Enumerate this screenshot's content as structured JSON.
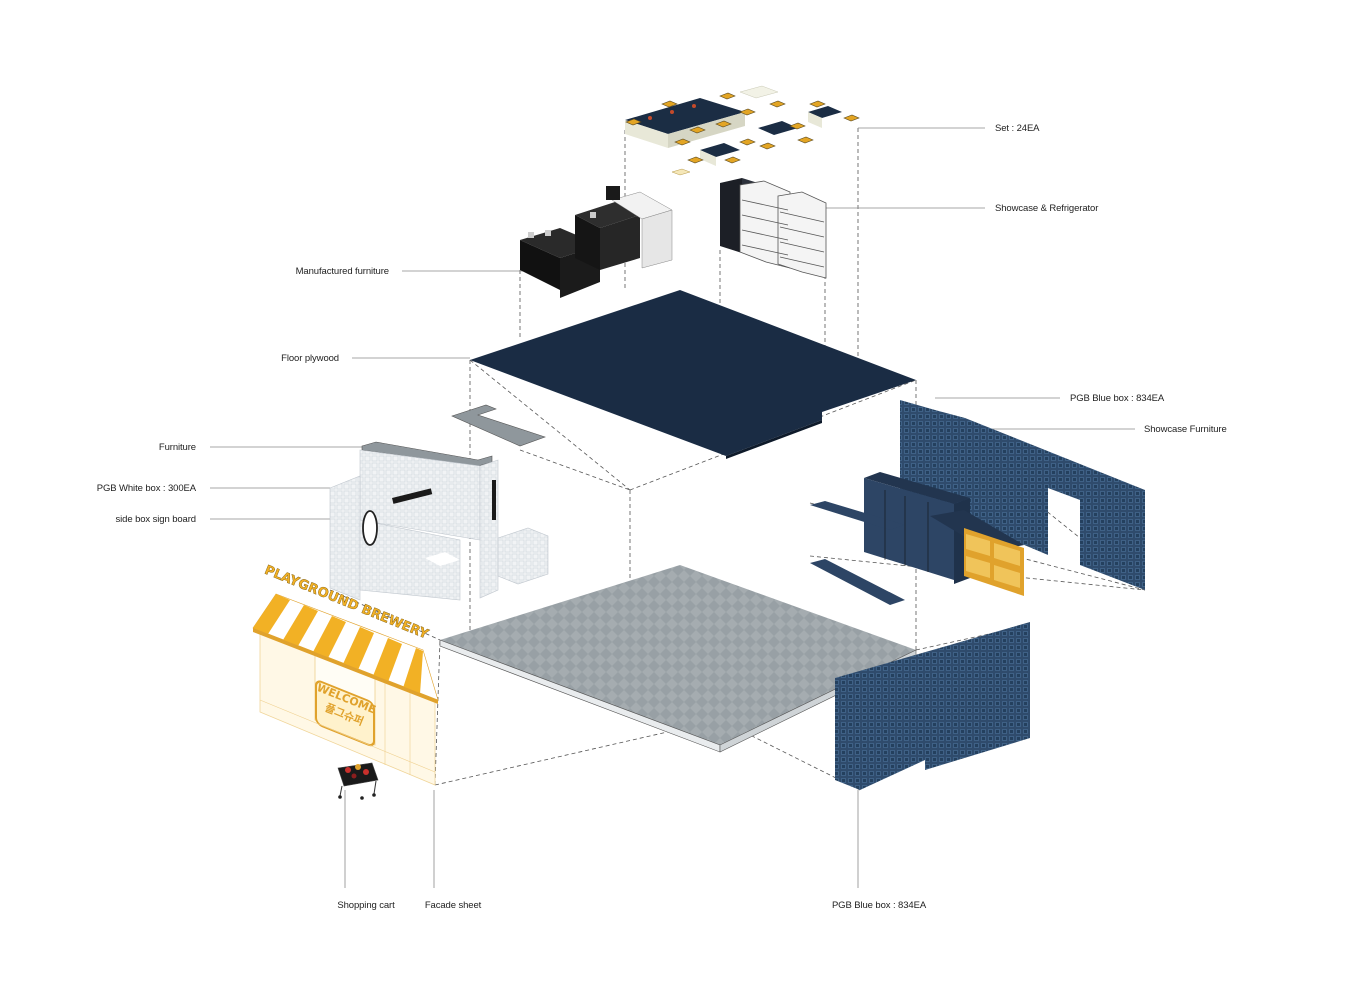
{
  "labels": {
    "set": "Set : 24EA",
    "showcase_refrigerator": "Showcase & Refrigerator",
    "manufactured_furniture": "Manufactured furniture",
    "floor_plywood": "Floor plywood",
    "pgb_blue_box_top": "PGB Blue box : 834EA",
    "showcase_furniture": "Showcase Furniture",
    "furniture": "Furniture",
    "pgb_white_box": "PGB White box : 300EA",
    "side_box_sign_board": "side box sign board",
    "shopping_cart": "Shopping cart",
    "facade_sheet": "Facade sheet",
    "pgb_blue_box_bottom": "PGB Blue box : 834EA"
  },
  "signage": {
    "awning_text": "PLAYGROUND BREWERY",
    "welcome_text": "WELCOME",
    "korean_text": "플그슈퍼"
  },
  "colors": {
    "navy": "#1b2d44",
    "blue_box": "#2e4a6b",
    "awning_yellow": "#f2b125",
    "white_box": "#eef1f4",
    "floor_grey": "#9ea6ab",
    "leader_line": "#888888"
  }
}
